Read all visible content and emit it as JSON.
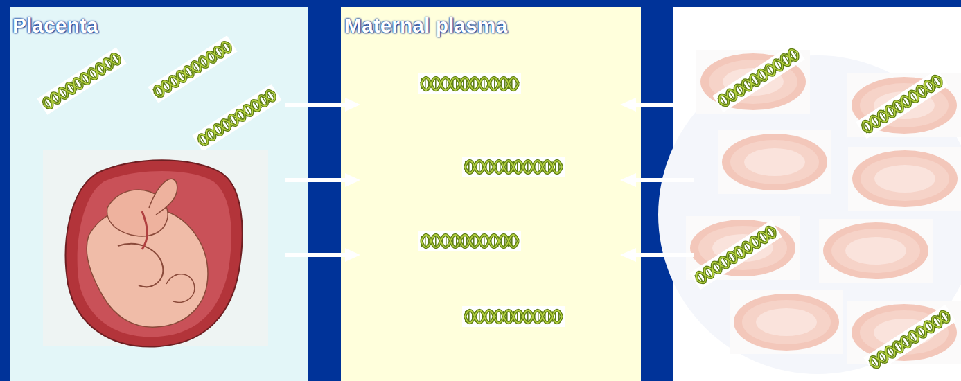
{
  "diagram": {
    "nodes": [
      {
        "text": [
          "Placenta"
        ]
      },
      {
        "text": [
          "Maternal plasma"
        ]
      }
    ],
    "edges": [
      {
        "from": 0,
        "to": 1,
        "arrow": "to"
      },
      {
        "from": 0,
        "to": 1,
        "arrow": "to"
      },
      {
        "from": 0,
        "to": 1,
        "arrow": "to"
      }
    ]
  }
}
